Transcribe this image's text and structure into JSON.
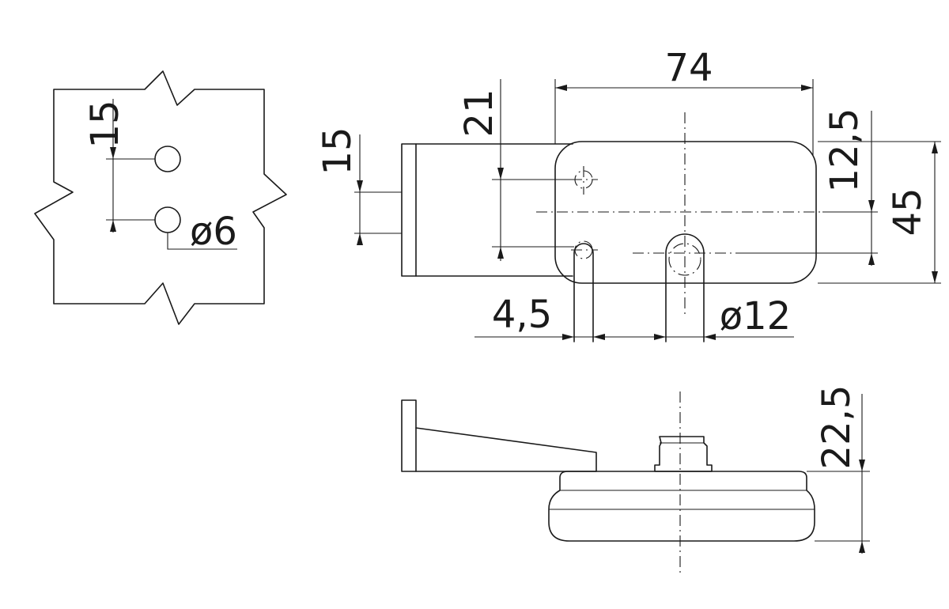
{
  "dimensions": {
    "hole_spacing": "15",
    "hole_diameter": "ø6",
    "bracket_offset": "15",
    "slot_spacing_vertical": "21",
    "total_width": "74",
    "top_offset": "12,5",
    "total_height": "45",
    "slot_width": "4,5",
    "mount_diameter": "ø12",
    "side_height": "22,5"
  }
}
